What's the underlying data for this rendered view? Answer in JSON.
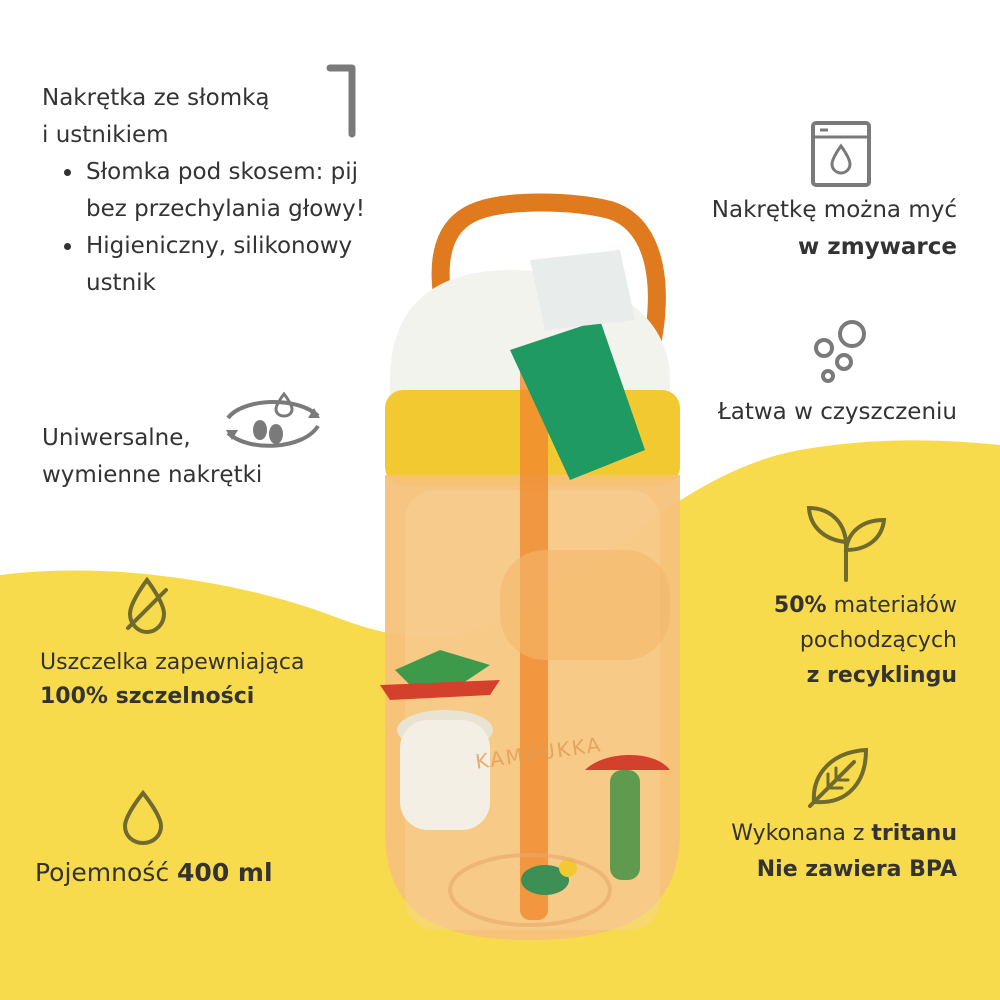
{
  "colors": {
    "background": "#ffffff",
    "wave": "#f8db4c",
    "text": "#333333",
    "icon_gray": "#7a7a7a",
    "icon_olive": "#6f6a2e"
  },
  "features": {
    "cap": {
      "title_line1": "Nakrętka ze słomką",
      "title_line2": "i ustnikiem",
      "bullets": [
        "Słomka pod skosem: pij bez przechylania głowy!",
        "Higieniczny, silikonowy ustnik"
      ],
      "icon": "straw-icon"
    },
    "universal": {
      "line1": "Uniwersalne,",
      "line2": "wymienne nakrętki",
      "icon": "cycle-icon"
    },
    "seal": {
      "line1": "Uszczelka zapewniająca",
      "line2_bold": "100% szczelności",
      "icon": "crossed-drop-icon"
    },
    "capacity": {
      "label": "Pojemność",
      "value_bold": "400 ml",
      "icon": "drop-icon"
    },
    "dishwasher": {
      "line1": "Nakrętkę można myć",
      "line2_bold": "w zmywarce",
      "icon": "dishwasher-icon"
    },
    "cleaning": {
      "label": "Łatwa w czyszczeniu",
      "icon": "bubbles-icon"
    },
    "recycled": {
      "line1_bold": "50%",
      "line1_rest": " materiałów",
      "line2": "pochodzących",
      "line3_bold": "z recyklingu",
      "icon": "sprout-icon"
    },
    "tritan": {
      "line1_prefix": "Wykonana z ",
      "line1_bold": "tritanu",
      "line2_bold": "Nie zawiera BPA",
      "icon": "leaf-icon"
    }
  },
  "product": {
    "brand_print": "KAMBUKKA",
    "icon": "water-bottle-image"
  }
}
